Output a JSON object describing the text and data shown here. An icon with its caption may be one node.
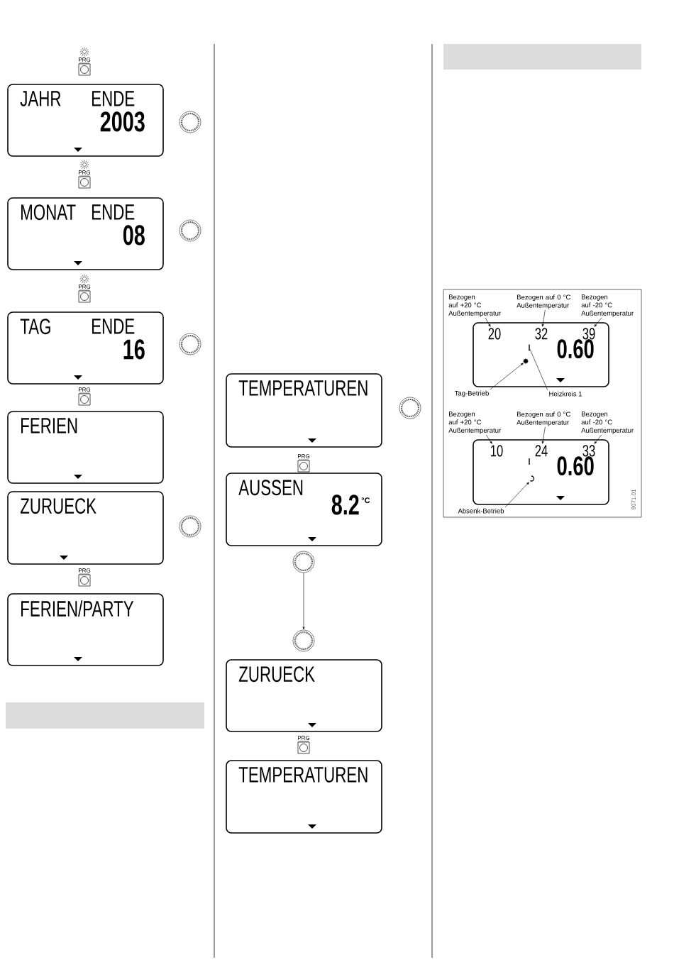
{
  "diagram": {
    "nodes": [
      {
        "text": [
          "JAHR",
          "ENDE",
          "2003"
        ]
      },
      {
        "text": [
          "MONAT",
          "ENDE",
          "08"
        ]
      },
      {
        "text": [
          "TAG",
          "ENDE",
          "16"
        ]
      },
      {
        "text": [
          "FERIEN"
        ]
      },
      {
        "text": [
          "ZURUECK"
        ]
      },
      {
        "text": [
          "FERIEN/PARTY"
        ]
      },
      {
        "text": [
          "TEMPERATUREN"
        ]
      },
      {
        "text": [
          "AUSSEN",
          "8.2",
          "°C"
        ]
      },
      {
        "text": [],
        "shape": "circle"
      },
      {
        "text": [],
        "shape": "circle"
      },
      {
        "text": [
          "ZURUECK"
        ]
      },
      {
        "text": [
          "TEMPERATUREN"
        ]
      },
      {
        "text": [
          "Bezogen auf +20 °C Außentemperatur"
        ]
      },
      {
        "text": [
          "Bezogen auf 0 °C Außentemperatur"
        ]
      },
      {
        "text": [
          "Bezogen auf -20 °C Außentemperatur"
        ]
      },
      {
        "text": [
          "0.60"
        ]
      },
      {
        "text": [
          "20"
        ],
        "in": 15
      },
      {
        "text": [
          "32"
        ],
        "in": 15
      },
      {
        "text": [
          "39"
        ],
        "in": 15
      },
      {
        "text": [],
        "shape": "star",
        "in": 15
      },
      {
        "text": [],
        "shape": "bar",
        "in": 15
      },
      {
        "text": [
          "Tag-Betrieb"
        ]
      },
      {
        "text": [
          "Heizkreis 1"
        ]
      },
      {
        "text": [
          "Bezogen auf +20 °C Außentemperatur"
        ]
      },
      {
        "text": [
          "Bezogen auf 0 °C Außentemperatur"
        ]
      },
      {
        "text": [
          "Bezogen auf -20 °C Außentemperatur"
        ]
      },
      {
        "text": [
          "0.60"
        ]
      },
      {
        "text": [
          "10"
        ],
        "in": 26
      },
      {
        "text": [
          "24"
        ],
        "in": 26
      },
      {
        "text": [
          "33"
        ],
        "in": 26
      },
      {
        "text": [],
        "shape": "moon",
        "in": 26
      },
      {
        "text": [
          "Absenk-Betrieb"
        ]
      },
      {
        "text": [],
        "shape": "bar"
      },
      {
        "text": [],
        "shape": "bar"
      }
    ],
    "edges": [
      {
        "from": 8,
        "to": 9,
        "arrow": "to"
      },
      {
        "from": 12,
        "to": 16,
        "arrow": "to"
      },
      {
        "from": 13,
        "to": 17,
        "arrow": "to"
      },
      {
        "from": 14,
        "to": 18,
        "arrow": "to"
      },
      {
        "from": 21,
        "to": 19,
        "arrow": "to"
      },
      {
        "from": 22,
        "to": 20,
        "arrow": "none"
      },
      {
        "from": 23,
        "to": 27,
        "arrow": "to"
      },
      {
        "from": 24,
        "to": 28,
        "arrow": "to"
      },
      {
        "from": 25,
        "to": 29,
        "arrow": "to"
      },
      {
        "from": 31,
        "to": 30,
        "arrow": "to"
      }
    ],
    "labels": [
      "PRG",
      "PRG",
      "PRG",
      "PRG",
      "PRG",
      "PRG",
      "PRG",
      "9071.01"
    ]
  }
}
